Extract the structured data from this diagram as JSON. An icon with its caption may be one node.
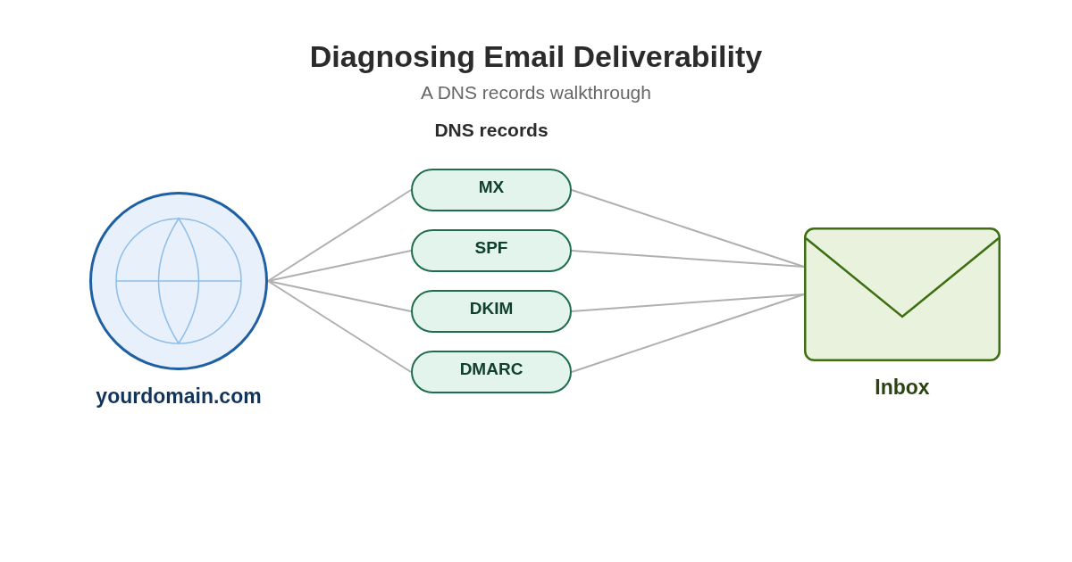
{
  "diagram": {
    "title": "Diagnosing Email Deliverability",
    "nodes": [
      {
        "text": [
          "yourdomain.com"
        ]
      },
      {
        "text": [
          "MX"
        ]
      },
      {
        "text": [
          "SPF"
        ]
      },
      {
        "text": [
          "DKIM"
        ]
      },
      {
        "text": [
          "DMARC"
        ]
      },
      {
        "text": [
          "Inbox"
        ]
      }
    ],
    "edges": [
      {
        "from": 0,
        "to": 1,
        "arrow": "none"
      },
      {
        "from": 0,
        "to": 2,
        "arrow": "none"
      },
      {
        "from": 0,
        "to": 3,
        "arrow": "none"
      },
      {
        "from": 0,
        "to": 4,
        "arrow": "none"
      },
      {
        "from": 1,
        "to": 5,
        "arrow": "none"
      },
      {
        "from": 2,
        "to": 5,
        "arrow": "none"
      },
      {
        "from": 3,
        "to": 5,
        "arrow": "none"
      },
      {
        "from": 4,
        "to": 5,
        "arrow": "none"
      }
    ],
    "labels": [
      "A DNS records walkthrough",
      "DNS records"
    ]
  }
}
